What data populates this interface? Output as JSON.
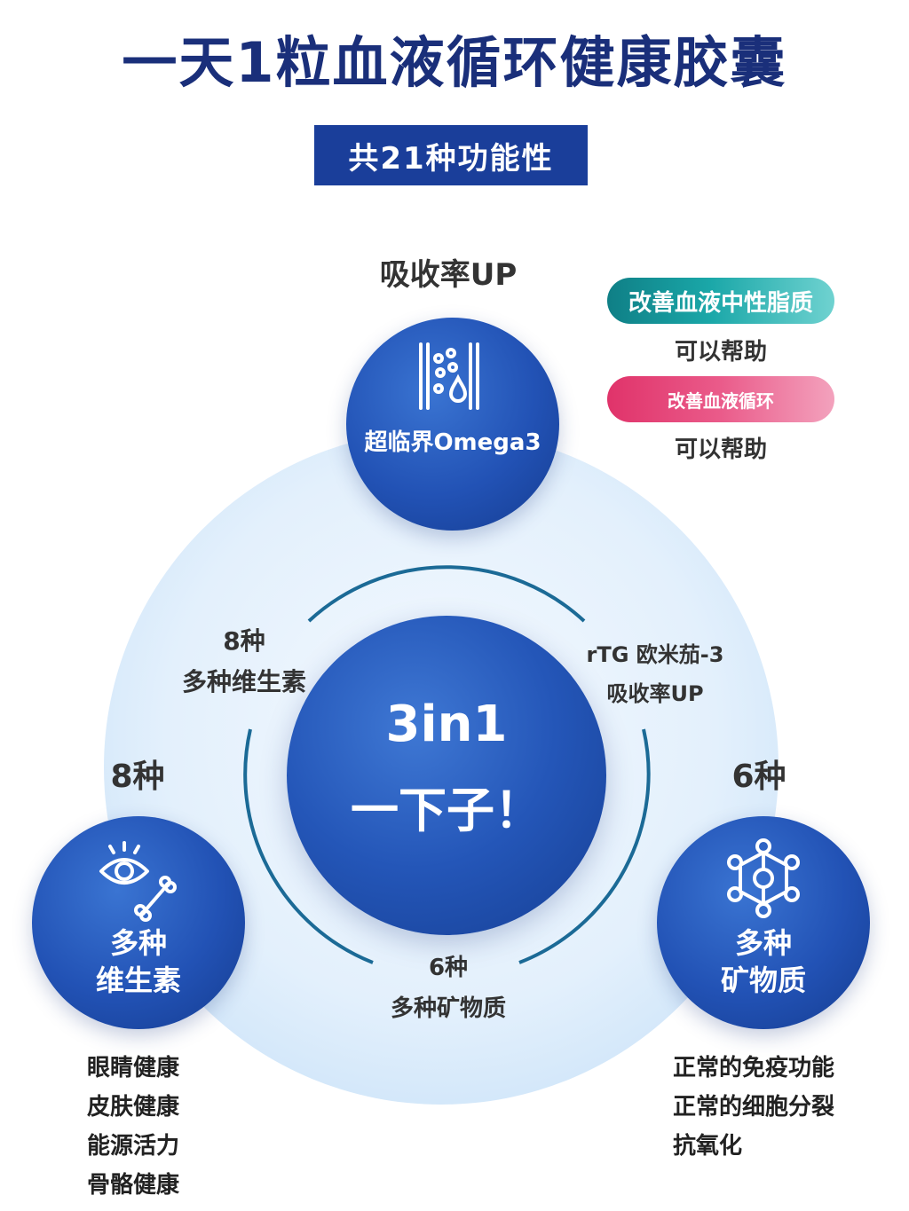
{
  "header": {
    "title": "一天1粒血液循环健康胶囊",
    "subtitle": "共21种功能性"
  },
  "top_node": {
    "caption": "吸收率UP",
    "label": "超临界Omega3",
    "icon": "filter-droplet-icon"
  },
  "center": {
    "big": "3in1",
    "sub": "一下子！"
  },
  "left_node": {
    "count": "8种",
    "line1": "多种",
    "line2": "维生素",
    "icon": "eye-bone-icon",
    "benefits": [
      "眼睛健康",
      "皮肤健康",
      "能源活力",
      "骨骼健康"
    ]
  },
  "right_node": {
    "count": "6种",
    "line1": "多种",
    "line2": "矿物质",
    "icon": "molecule-icon",
    "benefits": [
      "正常的免疫功能",
      "正常的细胞分裂",
      "抗氧化"
    ]
  },
  "ring_labels": {
    "left_count": "8种",
    "left_text": "多种维生素",
    "right_line1": "rTG 欧米茄-3",
    "right_line2": "吸收率UP",
    "bottom_count": "6种",
    "bottom_text": "多种矿物质"
  },
  "side_panel": {
    "pill1": "改善血液中性脂质",
    "help1": "可以帮助",
    "pill2": "改善血液循环",
    "help2": "可以帮助"
  },
  "colors": {
    "title": "#1a2f7a",
    "navy": "#1a3e9a",
    "circle_blue": "#2252b5",
    "arc": "#1b6a96",
    "teal": "#1aa7a8",
    "pink": "#e0336a"
  }
}
